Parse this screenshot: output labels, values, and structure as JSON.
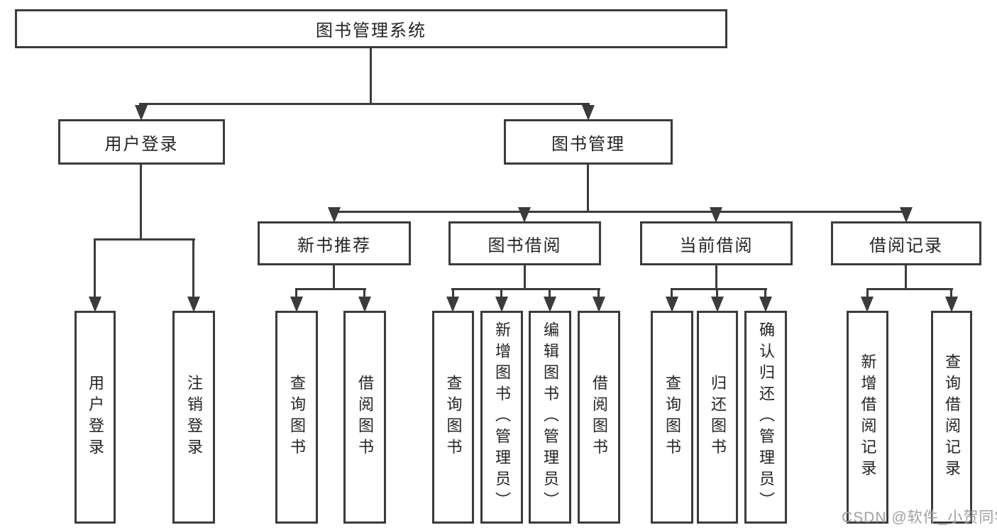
{
  "colors": {
    "line": "#3b3b3b",
    "text": "#242424",
    "background": "#ffffff",
    "watermark_text_color": "#a0a0a0"
  },
  "watermark": {
    "text": "CSDN @软件_小贺同学"
  },
  "tree": {
    "label": "图书管理系统",
    "children": [
      {
        "label": "用户登录",
        "children": [
          {
            "label": "用户登录"
          },
          {
            "label": "注销登录"
          }
        ]
      },
      {
        "label": "图书管理",
        "children": [
          {
            "label": "新书推荐",
            "children": [
              {
                "label": "查询图书"
              },
              {
                "label": "借阅图书"
              }
            ]
          },
          {
            "label": "图书借阅",
            "children": [
              {
                "label": "查询图书"
              },
              {
                "label": "新增图书（管理员）"
              },
              {
                "label": "编辑图书（管理员）"
              },
              {
                "label": "借阅图书"
              }
            ]
          },
          {
            "label": "当前借阅",
            "children": [
              {
                "label": "查询图书"
              },
              {
                "label": "归还图书"
              },
              {
                "label": "确认归还（管理员）"
              }
            ]
          },
          {
            "label": "借阅记录",
            "children": [
              {
                "label": "新增借阅记录"
              },
              {
                "label": "查询借阅记录"
              }
            ]
          }
        ]
      }
    ]
  }
}
